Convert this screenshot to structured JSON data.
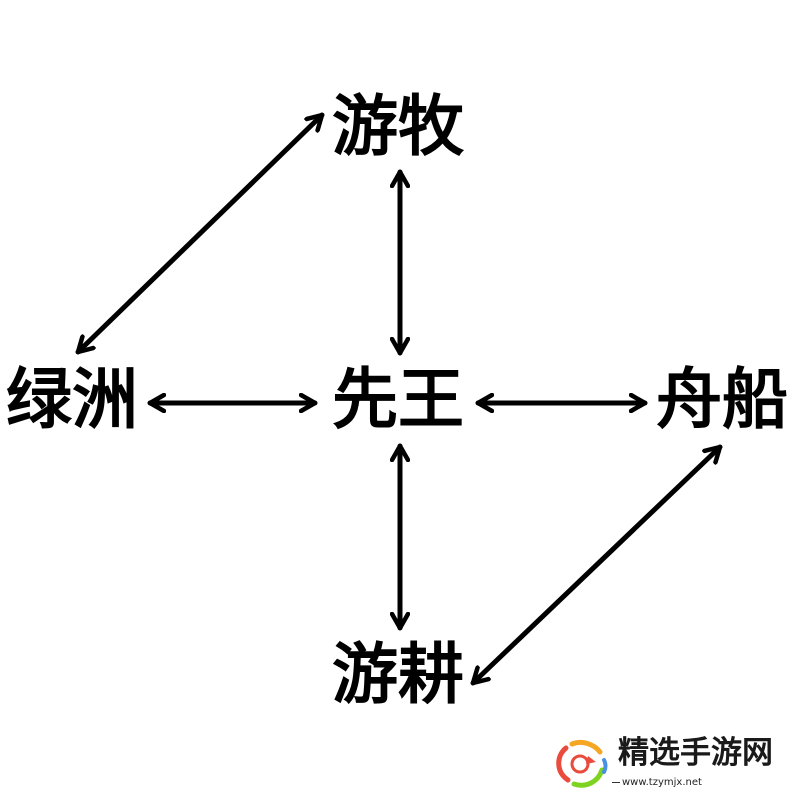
{
  "diagram": {
    "nodes": {
      "top": "游牧",
      "left": "绿洲",
      "center": "先王",
      "right": "舟船",
      "bottom": "游耕"
    },
    "edges": [
      {
        "from": "center",
        "to": "top",
        "type": "bidirectional"
      },
      {
        "from": "center",
        "to": "left",
        "type": "bidirectional"
      },
      {
        "from": "center",
        "to": "right",
        "type": "bidirectional"
      },
      {
        "from": "center",
        "to": "bottom",
        "type": "bidirectional"
      },
      {
        "from": "left",
        "to": "top",
        "type": "bidirectional"
      },
      {
        "from": "bottom",
        "to": "right",
        "type": "bidirectional"
      }
    ],
    "colors": {
      "text": "#000000",
      "arrow": "#000000",
      "background": "#ffffff"
    }
  },
  "watermark": {
    "name": "精选手游网",
    "url": "www.tzymjx.net",
    "logo_colors": [
      "#e94b3c",
      "#f5a623",
      "#7ed321",
      "#4a90e2"
    ]
  }
}
